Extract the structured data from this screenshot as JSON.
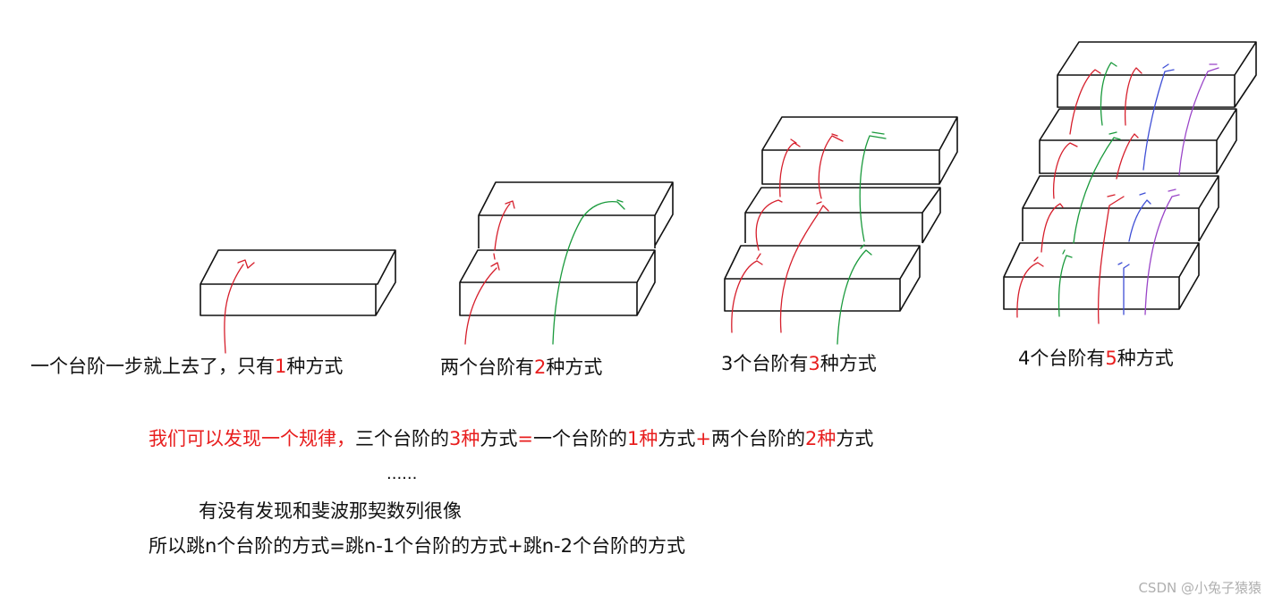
{
  "colors": {
    "highlight": "#e81e1e",
    "step_outline": "#111111",
    "arrow_red": "#d61f2c",
    "arrow_green": "#1a9a3c",
    "arrow_blue": "#3f4fd6",
    "arrow_purple": "#9a45c8",
    "watermark": "#b0b0b0"
  },
  "captions": [
    {
      "prefix": "一个台阶一步就上去了，只有",
      "count": "1",
      "suffix": "种方式"
    },
    {
      "prefix": "两个台阶有",
      "count": "2",
      "suffix": "种方式"
    },
    {
      "prefix": "3个台阶有",
      "count": "3",
      "suffix": "种方式"
    },
    {
      "prefix": "4个台阶有",
      "count": "5",
      "suffix": "种方式"
    }
  ],
  "explanation": {
    "line1": {
      "intro": "我们可以发现一个规律，",
      "a": "三个台阶的",
      "a_num": "3种",
      "a_tail": "方式",
      "eq": "=",
      "b": "一个台阶的",
      "b_num": "1种",
      "b_tail": "方式",
      "plus": "+",
      "c": "两个台阶的",
      "c_num": "2种",
      "c_tail": "方式"
    },
    "ellipsis": "......",
    "line3": "有没有发现和斐波那契数列很像",
    "line4": "所以跳n个台阶的方式=跳n-1个台阶的方式+跳n-2个台阶的方式"
  },
  "watermark": "CSDN @小兔子猿猿"
}
